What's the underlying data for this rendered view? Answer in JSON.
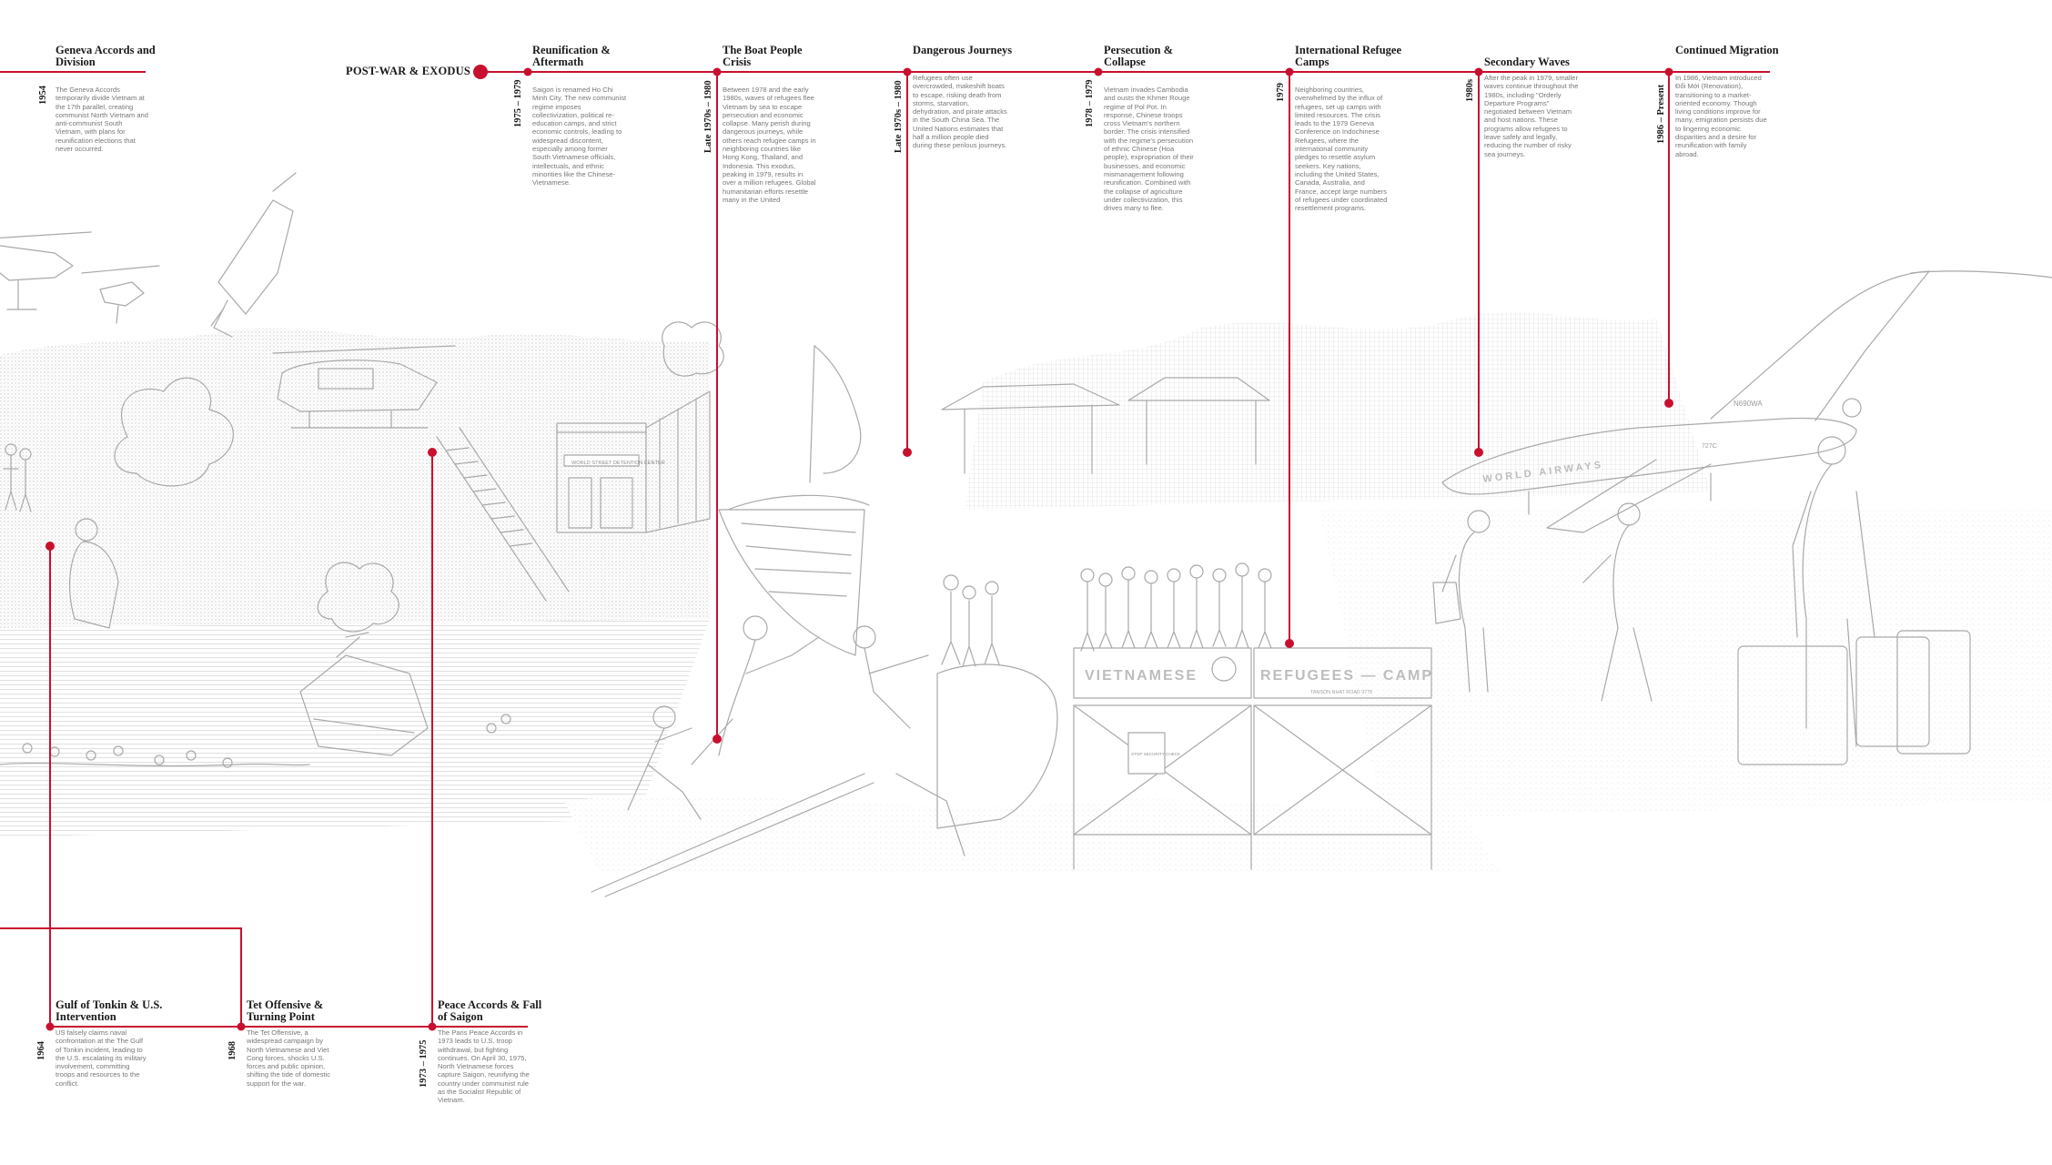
{
  "colors": {
    "accent": "#c8102e",
    "line_art": "#a9a9a9",
    "heading": "#1a1a1a",
    "body_text": "#777777"
  },
  "section_title": "POST-WAR & EXODUS",
  "top_events": [
    {
      "title": "Geneva Accords and Division",
      "date": "1954",
      "desc": "The Geneva Accords temporarily divide Vietnam at the 17th parallel, creating communist North Vietnam and anti-communist South Vietnam, with plans for reunification elections that never occurred."
    },
    {
      "title": "Reunification & Aftermath",
      "date": "1975 – 1979",
      "desc": "Saigon is renamed Ho Chi Minh City. The new communist regime imposes collectivization, political re-education camps, and strict economic controls, leading to widespread discontent, especially among former South Vietnamese officials, intellectuals, and ethnic minorities like the Chinese-Vietnamese."
    },
    {
      "title": "The Boat People Crisis",
      "date": "Late 1970s – 1980",
      "desc": "Between 1978 and the early 1980s, waves of refugees flee Vietnam by sea to escape persecution and economic collapse. Many perish during dangerous journeys, while others reach refugee camps in neighboring countries like Hong Kong, Thailand, and Indonesia. This exodus, peaking in 1979, results in over a million refugees. Global humanitarian efforts resettle many in the United"
    },
    {
      "title": "Dangerous Journeys",
      "date": "Late 1970s – 1980",
      "desc": "Refugees often use overcrowded, makeshift boats to escape, risking death from storms, starvation, dehydration, and pirate attacks in the South China Sea. The United Nations estimates that half a million people died during these perilous journeys."
    },
    {
      "title": "Persecution & Collapse",
      "date": "1978 – 1979",
      "desc": "Vietnam invades Cambodia and ousts the Khmer Rouge regime of Pol Pot. In response, Chinese troops cross Vietnam's northern border. The crisis intensified with the regime's persecution of ethnic Chinese (Hoa people), expropriation of their businesses, and economic mismanagement following reunification. Combined with the collapse of agriculture under collectivization, this drives many to flee."
    },
    {
      "title": "International Refugee Camps",
      "date": "1979",
      "desc": "Neighboring countries, overwhelmed by the influx of refugees, set up camps with limited resources. The crisis leads to the 1979 Geneva Conference on Indochinese Refugees, where the international community pledges to resettle asylum seekers. Key nations, including the United States, Canada, Australia, and France, accept large numbers of refugees under coordinated resettlement programs."
    },
    {
      "title": "Secondary Waves",
      "date": "1980s",
      "desc": "After the peak in 1979, smaller waves continue throughout the 1980s, including \"Orderly Departure Programs\" negotiated between Vietnam and host nations. These programs allow refugees to leave safely and legally, reducing the number of risky sea journeys."
    },
    {
      "title": "Continued Migration",
      "date": "1986 – Present",
      "desc": "In 1986, Vietnam introduced Đổi Mới (Renovation), transitioning to a market-oriented economy. Though living conditions improve for many, emigration persists due to lingering economic disparities and a desire for reunification with family abroad."
    }
  ],
  "bottom_events": [
    {
      "title": "Gulf of Tonkin & U.S. Intervention",
      "date": "1964",
      "desc": "US falsely claims naval confrontation at the The Gulf of Tonkin incident, leading to the U.S. escalating its military involvement, committing troops and resources to the conflict."
    },
    {
      "title": "Tet Offensive & Turning Point",
      "date": "1968",
      "desc": "The Tet Offensive, a widespread campaign by North Vietnamese and Viet Cong forces, shocks U.S. forces and public opinion, shifting the tide of domestic support for the war."
    },
    {
      "title": "Peace Accords & Fall of Saigon",
      "date": "1973 – 1975",
      "desc": "The Paris Peace Accords in 1973 leads to U.S. troop withdrawal, but fighting continues. On April 30, 1975, North Vietnamese forces capture Saigon, reunifying the country under communist rule as the Socialist Republic of Vietnam."
    }
  ],
  "illustration": {
    "building_sign": "WORLD STREET DETENTION CENTER",
    "gate_sign_left": "VIETNAMESE",
    "gate_sign_right": "REFUGEES — CAMP",
    "gate_subtext": "TANSON NHAT ROAD 3775",
    "gate_stop_sign": "STOP SECURITY CHECK",
    "plane_livery": "WORLD AIRWAYS",
    "plane_tail_number": "N690WA",
    "plane_model": "727C"
  }
}
